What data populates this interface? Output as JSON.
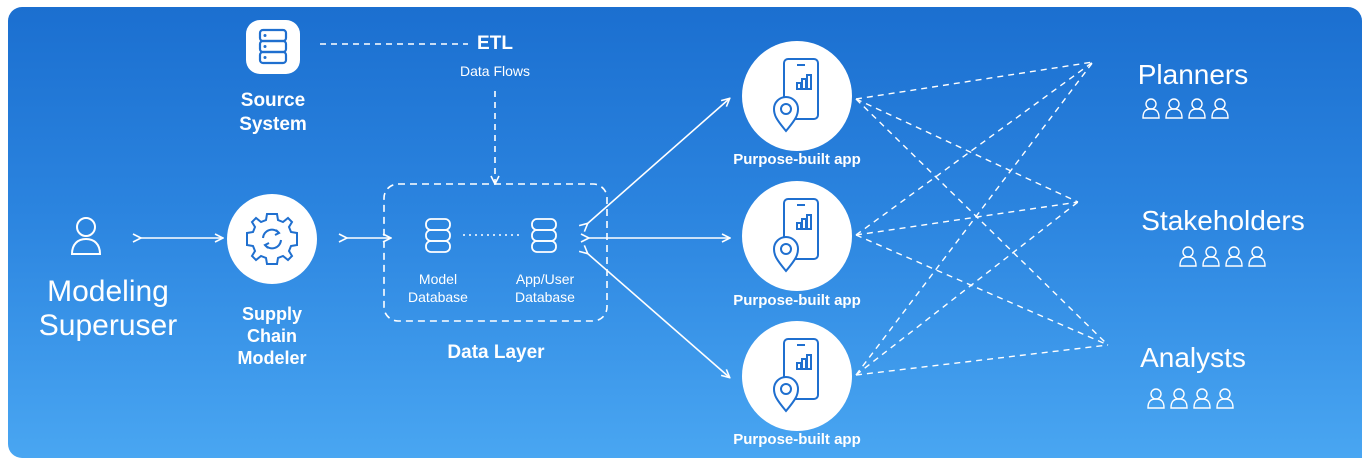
{
  "colors": {
    "background_top": "#1b6fd0",
    "background_bottom": "#49a6f2",
    "foreground": "#ffffff",
    "icon_stroke": "#1f6fcf"
  },
  "source": {
    "label_line1": "Source",
    "label_line2": "System",
    "icon": "database-icon"
  },
  "etl": {
    "title": "ETL",
    "subtitle": "Data Flows"
  },
  "modeler_user": {
    "icon": "user-icon",
    "label_line1": "Modeling",
    "label_line2": "Superuser"
  },
  "supply_chain": {
    "icon": "gear-refresh-icon",
    "label_line1": "Supply",
    "label_line2": "Chain",
    "label_line3": "Modeler"
  },
  "data_layer": {
    "title": "Data Layer",
    "model_db_line1": "Model",
    "model_db_line2": "Database",
    "app_db_line1": "App/User",
    "app_db_line2": "Database"
  },
  "apps": [
    {
      "label": "Purpose-built app",
      "icon": "mobile-map-icon"
    },
    {
      "label": "Purpose-built app",
      "icon": "mobile-map-icon"
    },
    {
      "label": "Purpose-built app",
      "icon": "mobile-map-icon"
    }
  ],
  "groups": [
    {
      "label": "Planners",
      "icon": "user-group-icon"
    },
    {
      "label": "Stakeholders",
      "icon": "user-group-icon"
    },
    {
      "label": "Analysts",
      "icon": "user-group-icon"
    }
  ]
}
